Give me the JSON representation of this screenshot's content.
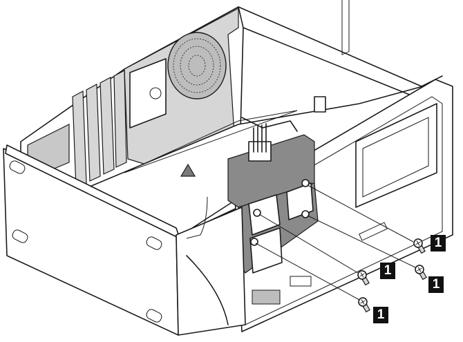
{
  "callouts": [
    {
      "label": "1"
    },
    {
      "label": "1"
    },
    {
      "label": "1"
    },
    {
      "label": "1"
    }
  ],
  "colors": {
    "line": "#1a1a1a",
    "drive": "#8a8a8a",
    "callout_bg": "#111111",
    "callout_text": "#ffffff"
  }
}
